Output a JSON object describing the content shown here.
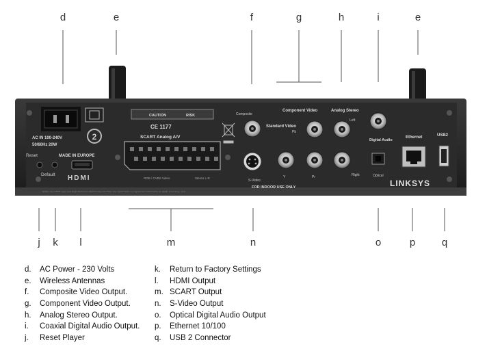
{
  "device": {
    "brand": "LINKSYS",
    "ethernet_label": "Ethernet",
    "usb_label": "USB2",
    "component_label": "Component Video",
    "analog_stereo_label": "Analog Stereo",
    "standard_video_label": "Standard Video",
    "digital_audio_label": "Digital Audio",
    "composite_label": "Composite",
    "svideo_label": "S-Video",
    "optical_label": "Optical",
    "left_label": "Left",
    "right_label": "Right",
    "y_label": "Y",
    "pr_label": "Pr",
    "pb_label": "Pb",
    "scart_label": "SCART Analog A/V",
    "hdmi_logo": "HDMI",
    "made_in": "MADE IN EUROPE",
    "reset_label": "Reset",
    "default_label": "Default",
    "ac_label_1": "AC IN 100-240V",
    "ac_label_2": "50/60Hz 20W",
    "indoor_label": "FOR INDOOR USE ONLY",
    "ce_label": "CE 1177",
    "caution_label": "CAUTION",
    "risk_label": "RISK",
    "scart_bottom_label": "RGB / CVBS Video",
    "stereo_lr_label": "Stereo L-R",
    "footnote": "HDMI, the HDMI logo and High-Definition Multimedia Interface are trademarks or registered trademarks of HDMI Licensing, LLC."
  },
  "callouts_top": [
    "d",
    "e",
    "f",
    "g",
    "h",
    "i",
    "e"
  ],
  "callouts_bottom": [
    "j",
    "k",
    "l",
    "m",
    "n",
    "o",
    "p",
    "q"
  ],
  "legend_left": [
    {
      "key": "d.",
      "text": "AC Power - 230 Volts"
    },
    {
      "key": "e.",
      "text": "Wireless Antennas"
    },
    {
      "key": "f.",
      "text": "Composite Video Output."
    },
    {
      "key": "g.",
      "text": "Component Video Output."
    },
    {
      "key": "h.",
      "text": "Analog Stereo Output."
    },
    {
      "key": "i.",
      "text": "Coaxial Digital Audio Output."
    },
    {
      "key": "j.",
      "text": "Reset Player"
    }
  ],
  "legend_right": [
    {
      "key": "k.",
      "text": "Return to Factory Settings"
    },
    {
      "key": "l.",
      "text": "HDMI Output"
    },
    {
      "key": "m.",
      "text": "SCART Output"
    },
    {
      "key": "n.",
      "text": "S-Video Output"
    },
    {
      "key": "o.",
      "text": "Optical Digital Audio Output"
    },
    {
      "key": "p.",
      "text": "Ethernet 10/100"
    },
    {
      "key": "q.",
      "text": "USB 2 Connector"
    }
  ]
}
